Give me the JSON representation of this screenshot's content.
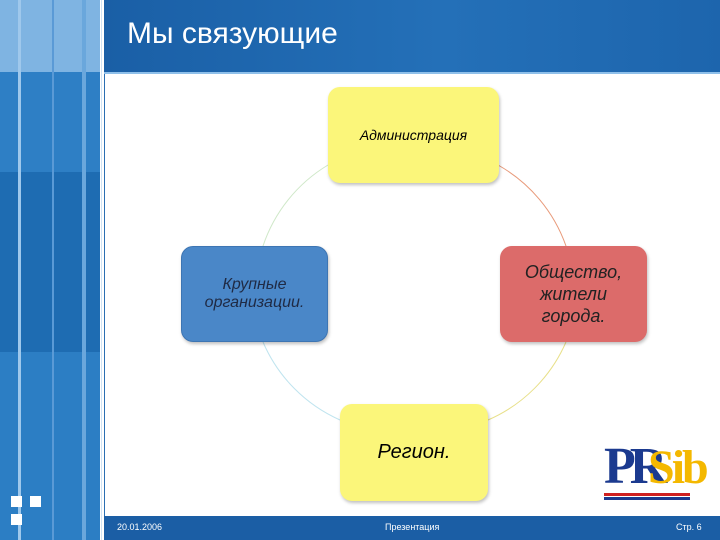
{
  "slide": {
    "title": "Мы связующие"
  },
  "diagram": {
    "nodes": {
      "administration": "Администрация",
      "organizations_line1": "Крупные",
      "organizations_line2": "организации.",
      "society_line1": "Общество,",
      "society_line2": "жители",
      "society_line3": "города.",
      "region": "Регион."
    }
  },
  "logo": {
    "part1": "PR",
    "part2": "Sib"
  },
  "footer": {
    "date": "20.01.2006",
    "center": "Презентация",
    "page": "Стр. 6"
  },
  "colors": {
    "header": "#1d65ad",
    "admin_box": "#fbf67a",
    "organizations_box": "#4a87c8",
    "society_box": "#dc6b6a",
    "region_box": "#fbf67a"
  }
}
